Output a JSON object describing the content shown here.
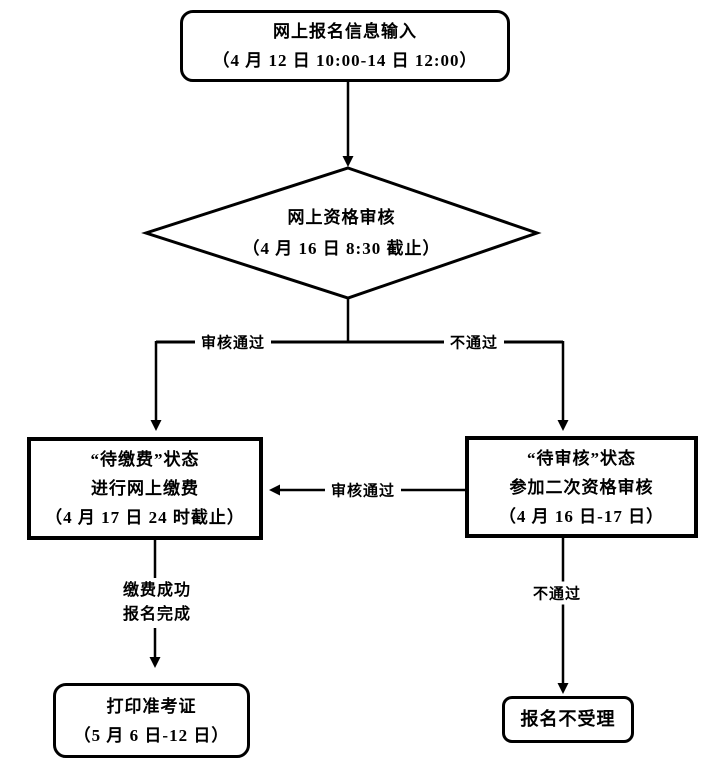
{
  "flowchart": {
    "nodes": {
      "start": {
        "line1": "网上报名信息输入",
        "line2": "（4 月 12 日 10:00-14 日 12:00）"
      },
      "review": {
        "line1": "网上资格审核",
        "line2": "（4 月 16 日 8:30 截止）"
      },
      "payment": {
        "line1": "“待缴费”状态",
        "line2": "进行网上缴费",
        "line3": "（4 月 17 日 24 时截止）"
      },
      "second_review": {
        "line1": "“待审核”状态",
        "line2": "参加二次资格审核",
        "line3": "（4 月 16 日-17 日）"
      },
      "print": {
        "line1": "打印准考证",
        "line2": "（5 月 6 日-12 日）"
      },
      "rejected": {
        "line1": "报名不受理"
      }
    },
    "edge_labels": {
      "left_pass": "审核通过",
      "right_fail": "不通过",
      "mid_pass": "审核通过",
      "pay_done_line1": "缴费成功",
      "pay_done_line2": "报名完成",
      "second_fail": "不通过"
    },
    "colors": {
      "line": "#000000",
      "background": "#ffffff",
      "text": "#000000"
    }
  }
}
